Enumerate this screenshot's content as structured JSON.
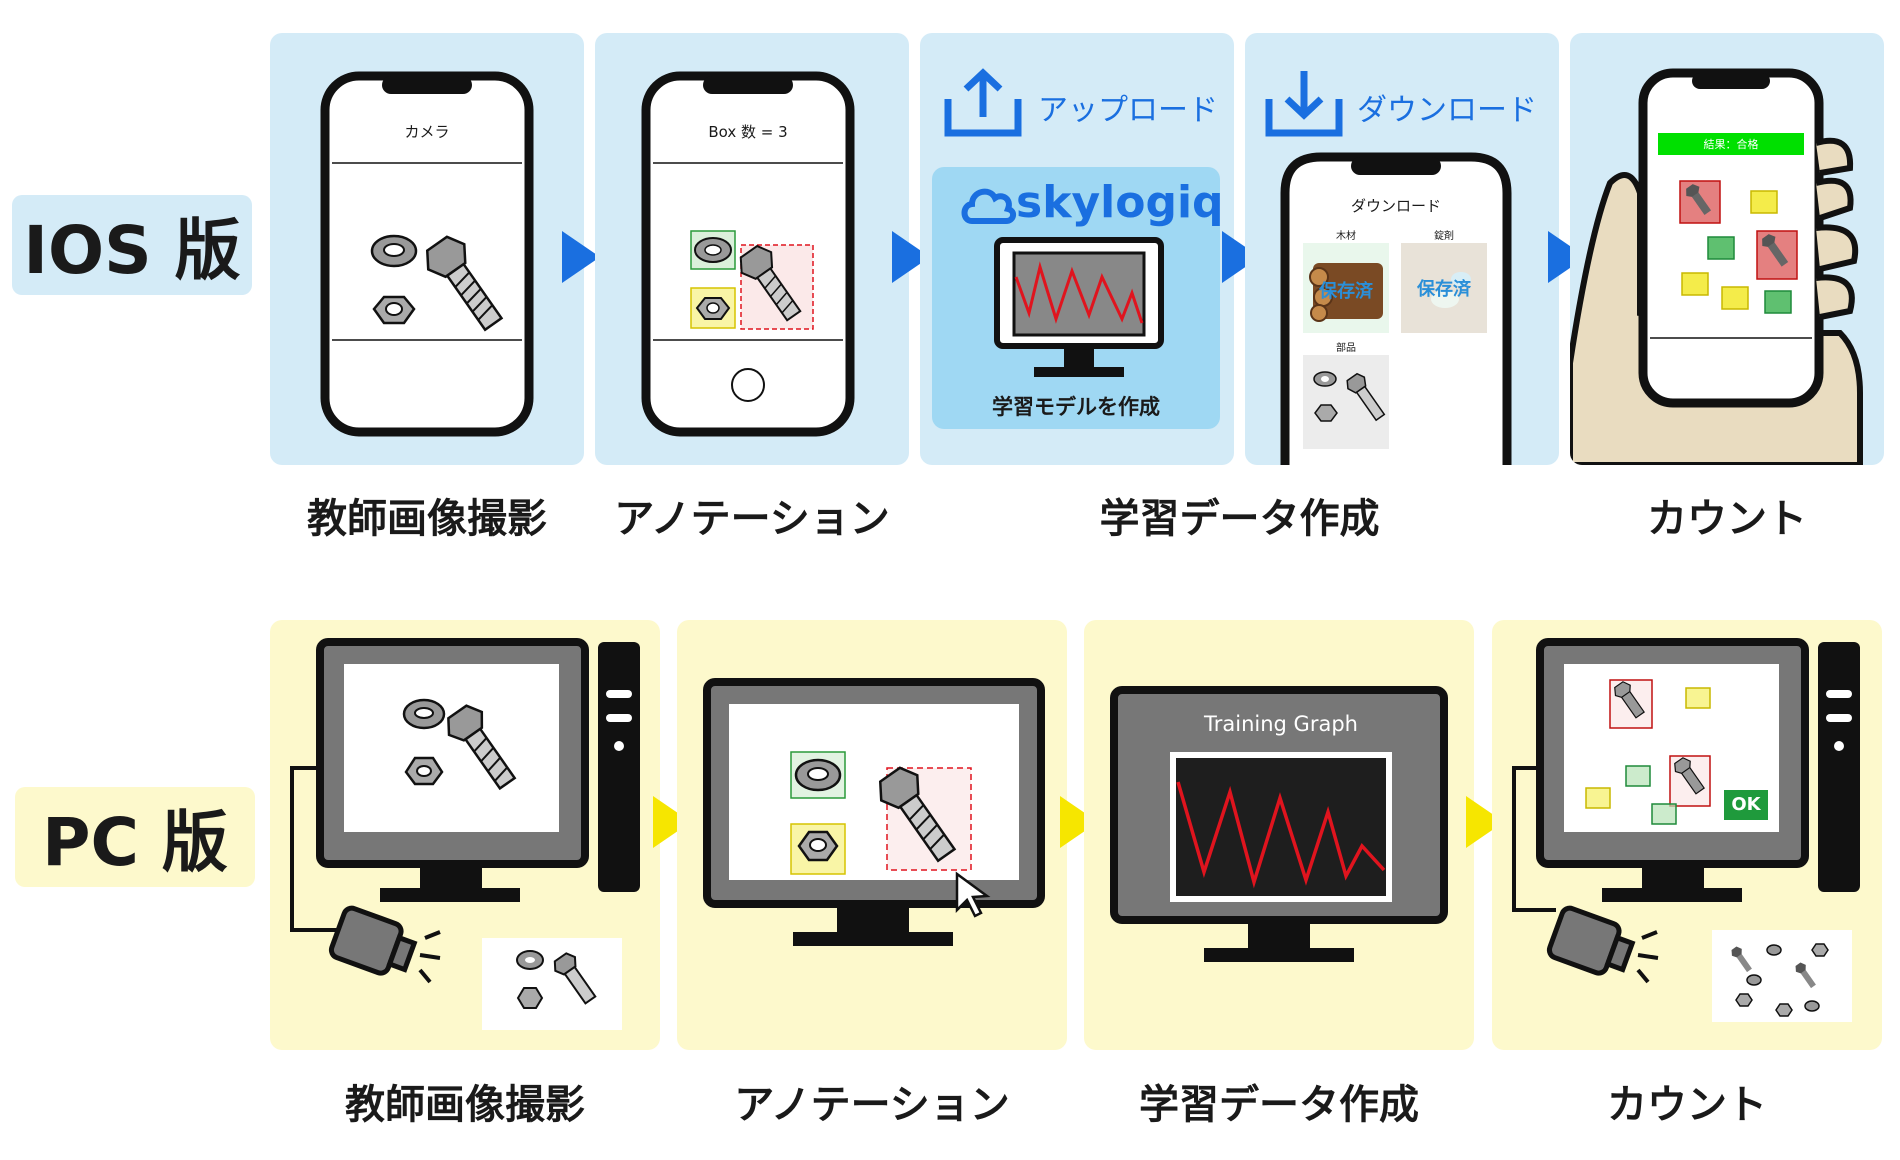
{
  "ios": {
    "badge": "IOS 版",
    "steps": {
      "capture": "教師画像撮影",
      "annotate": "アノテーション",
      "train": "学習データ作成",
      "count": "カウント"
    },
    "phone1": {
      "title": "カメラ"
    },
    "phone2": {
      "title": "Box 数 = 3"
    },
    "upload_label": "アップロード",
    "download_label": "ダウンロード",
    "cloud": {
      "brand": "skylogiq",
      "caption": "学習モデルを作成"
    },
    "phone3": {
      "title": "ダウンロード",
      "items": [
        {
          "name": "木材",
          "status": "保存済"
        },
        {
          "name": "錠剤",
          "status": "保存済"
        },
        {
          "name": "部品",
          "status": ""
        }
      ]
    },
    "phone4": {
      "result": "結果：合格"
    }
  },
  "pc": {
    "badge": "PC 版",
    "steps": {
      "capture": "教師画像撮影",
      "annotate": "アノテーション",
      "train": "学習データ作成",
      "count": "カウント"
    },
    "training_title": "Training Graph",
    "ok_badge": "OK"
  },
  "colors": {
    "ios_panel": "#d4ebf7",
    "pc_panel": "#fdf9cc",
    "ios_arrow": "#1a6fe0",
    "pc_arrow": "#f6e600",
    "graph_line": "#e0141e",
    "ok_green": "#1f9a3c",
    "result_green": "#00e000"
  }
}
